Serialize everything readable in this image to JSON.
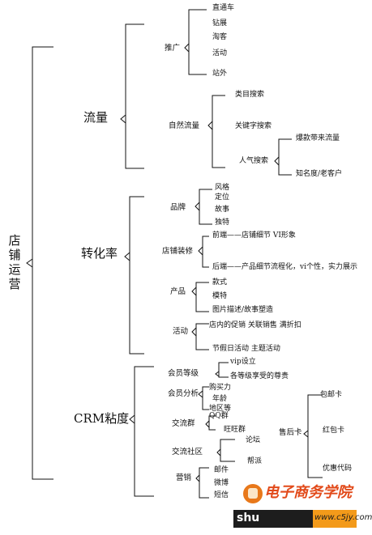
{
  "root": "店铺运营",
  "branches": {
    "traffic": {
      "label": "流量",
      "promotion": {
        "label": "推广",
        "items": [
          "直通车",
          "钻展",
          "淘客",
          "活动",
          "站外"
        ]
      },
      "natural": {
        "label": "自然流量",
        "category": "类目搜索",
        "keyword": "关键字搜索",
        "popularity": {
          "label": "人气搜索",
          "items": [
            "爆款带来流量",
            "知名度/老客户"
          ]
        }
      }
    },
    "conversion": {
      "label": "转化率",
      "brand": {
        "label": "品牌",
        "items": [
          "风格",
          "定位",
          "故事",
          "独特"
        ]
      },
      "decoration": {
        "label": "店铺装修",
        "front": "前端——店铺细节 VI形象",
        "back": "后端——产品细节流程化，vi个性，实力展示"
      },
      "product": {
        "label": "产品",
        "items": [
          "款式",
          "模特",
          "图片描述/故事塑造"
        ]
      },
      "activity": {
        "label": "活动",
        "items": [
          "店内的促销 关联销售 满折扣",
          "节假日活动 主题活动"
        ]
      }
    },
    "crm": {
      "label": "CRM粘度",
      "member_level": {
        "label": "会员等级",
        "items": [
          "vip设立",
          "各等级享受的尊贵"
        ]
      },
      "member_analysis": {
        "label": "会员分析",
        "items": [
          "购买力",
          "年龄",
          "地区等"
        ]
      },
      "group": {
        "label": "交流群",
        "items": [
          "QQ群",
          "旺旺群"
        ]
      },
      "community": {
        "label": "交流社区",
        "items": [
          "论坛",
          "帮派"
        ]
      },
      "after_sale": {
        "label": "售后卡",
        "items": [
          "包邮卡",
          "红包卡",
          "优惠代码"
        ]
      },
      "marketing": {
        "label": "营销",
        "items": [
          "邮件",
          "微博",
          "短信"
        ]
      }
    }
  },
  "watermark": {
    "cn": "电子商务学院",
    "en1": "shu",
    "en2": "www.c5jy.com"
  }
}
